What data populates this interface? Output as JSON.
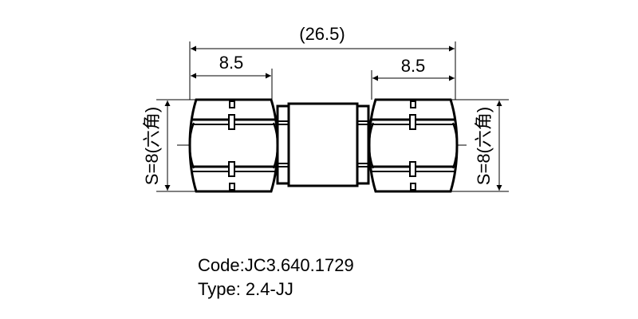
{
  "drawing": {
    "overall_length": "(26.5)",
    "left_nut_length": "8.5",
    "right_nut_length": "8.5",
    "left_hex_label": "S=8(六角)",
    "right_hex_label": "S=8(六角)",
    "line_color": "#000000",
    "background": "#ffffff"
  },
  "info": {
    "code": "Code:JC3.640.1729",
    "type": "Type: 2.4-JJ"
  }
}
